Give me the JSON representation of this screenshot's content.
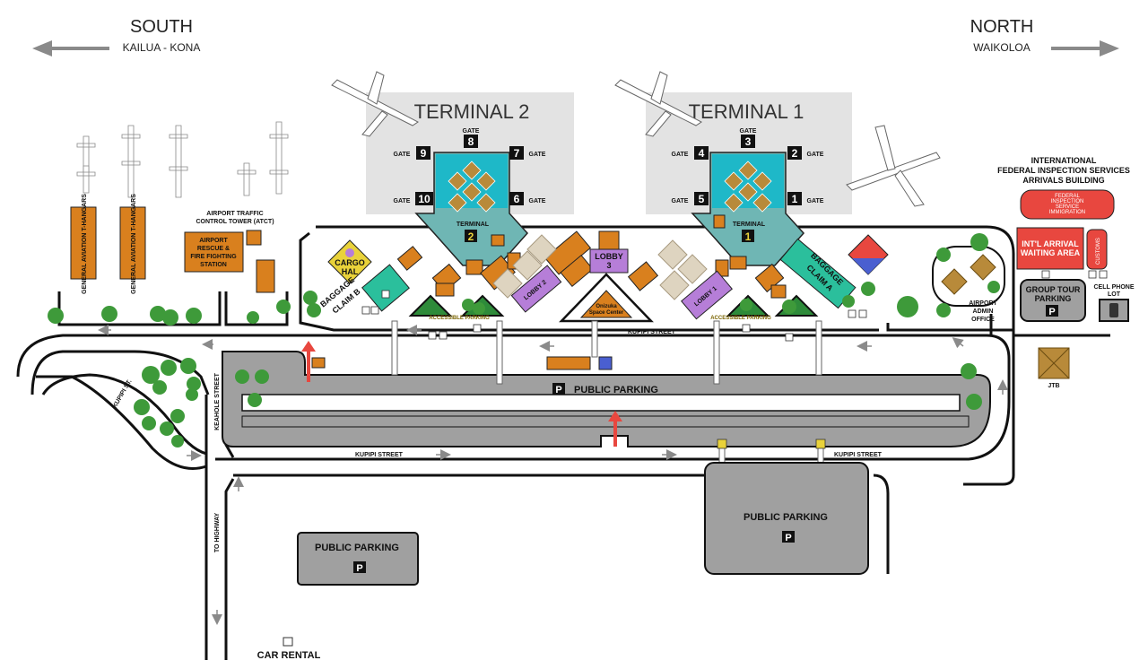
{
  "directions": {
    "south": {
      "label": "SOUTH",
      "sub": "KAILUA - KONA"
    },
    "north": {
      "label": "NORTH",
      "sub": "WAIKOLOA"
    }
  },
  "terminals": {
    "t2": {
      "title": "TERMINAL 2",
      "center_label": "TERMINAL",
      "number": "2"
    },
    "t1": {
      "title": "TERMINAL 1",
      "center_label": "TERMINAL",
      "number": "1"
    }
  },
  "gates": {
    "word": "GATE",
    "g1": "1",
    "g2": "2",
    "g3": "3",
    "g4": "4",
    "g5": "5",
    "g6": "6",
    "g7": "7",
    "g8": "8",
    "g9": "9",
    "g10": "10"
  },
  "facilities": {
    "hangar_a": "GENERAL AVIATION T-HANGARS",
    "hangar_b": "GENERAL AVIATION T-HANGARS",
    "atct": [
      "AIRPORT TRAFFIC",
      "CONTROL TOWER (ATCT)"
    ],
    "arff": [
      "AIRPORT",
      "RESCUE &",
      "FIRE FIGHTING",
      "STATION"
    ],
    "cargo": [
      "CARGO",
      "HAL"
    ],
    "baggage_b": [
      "BAGGAGE",
      "CLAIM B"
    ],
    "baggage_a": [
      "BAGGAGE",
      "CLAIM A"
    ],
    "lobby1": "LOBBY 1",
    "lobby2": "LOBBY 2",
    "lobby3": [
      "LOBBY",
      "3"
    ],
    "onizuka": [
      "Onizuka",
      "Space Center"
    ],
    "admin": [
      "AIRPORT",
      "ADMIN",
      "OFFICE"
    ],
    "fis_title": [
      "INTERNATIONAL",
      "FEDERAL INSPECTION SERVICES",
      "ARRIVALS BUILDING"
    ],
    "fis_box": [
      "FEDERAL",
      "INSPECTION",
      "SERVICE",
      "IMMIGRATION"
    ],
    "intl_arrival": [
      "INT'L ARRIVAL",
      "WAITING AREA"
    ],
    "customs": "CUSTOMS",
    "group_tour": [
      "GROUP TOUR",
      "PARKING"
    ],
    "cell_lot": [
      "CELL PHONE",
      "LOT"
    ],
    "jtb": "JTB",
    "accessible_parking": "ACCESSIBLE PARKING",
    "car_rental": "CAR RENTAL",
    "parking_symbol": "P"
  },
  "streets": {
    "kupipi_top": "KUPIPI STREET",
    "kupipi_bottom_left": "KUPIPI STREET",
    "kupipi_bottom_right": "KUPIPI STREET",
    "kupipi_st": "KUPIPI ST.",
    "keahole": "KEAHOLE STREET",
    "to_highway": "TO HIGHWAY"
  },
  "parking": {
    "center": "PUBLIC PARKING",
    "left": "PUBLIC PARKING",
    "right": "PUBLIC PARKING"
  },
  "colors": {
    "orange": "#d9801e",
    "teal": "#6fb6b4",
    "cyan": "#1eb8c8",
    "aqua": "#2bbf9c",
    "purple": "#b67ed8",
    "red": "#e8473f",
    "gray": "#a0a0a0",
    "light_gray": "#e3e3e3",
    "tan": "#b88a3a",
    "tree": "#3e9a3a",
    "yellow": "#e9d23a"
  }
}
